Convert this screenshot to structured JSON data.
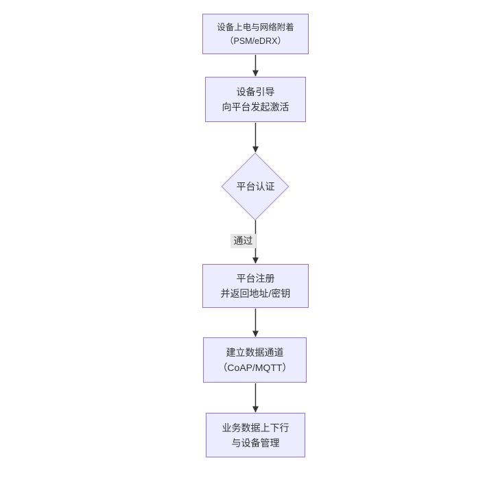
{
  "diagram": {
    "type": "flowchart",
    "direction": "top-down",
    "colors": {
      "background": "#ffffff",
      "node_fill": "#ECECFF",
      "node_border": "#9370DB",
      "text": "#333333",
      "arrow": "#333333",
      "edge_label_bg": "#e8e8e8"
    },
    "nodes": [
      {
        "id": "A",
        "shape": "rect",
        "lines": [
          "设备上电与网络附着",
          "（PSM/eDRX）"
        ]
      },
      {
        "id": "B",
        "shape": "rect",
        "lines": [
          "设备引导",
          "向平台发起激活"
        ]
      },
      {
        "id": "C",
        "shape": "diamond",
        "lines": [
          "平台认证"
        ]
      },
      {
        "id": "D",
        "shape": "rect",
        "lines": [
          "平台注册",
          "并返回地址/密钥"
        ]
      },
      {
        "id": "E",
        "shape": "rect",
        "lines": [
          "建立数据通道",
          "（CoAP/MQTT）"
        ]
      },
      {
        "id": "F",
        "shape": "rect",
        "lines": [
          "业务数据上下行",
          "与设备管理"
        ]
      }
    ],
    "edges": [
      {
        "from": "A",
        "to": "B",
        "label": ""
      },
      {
        "from": "B",
        "to": "C",
        "label": ""
      },
      {
        "from": "C",
        "to": "D",
        "label": "通过"
      },
      {
        "from": "D",
        "to": "E",
        "label": ""
      },
      {
        "from": "E",
        "to": "F",
        "label": ""
      }
    ]
  }
}
